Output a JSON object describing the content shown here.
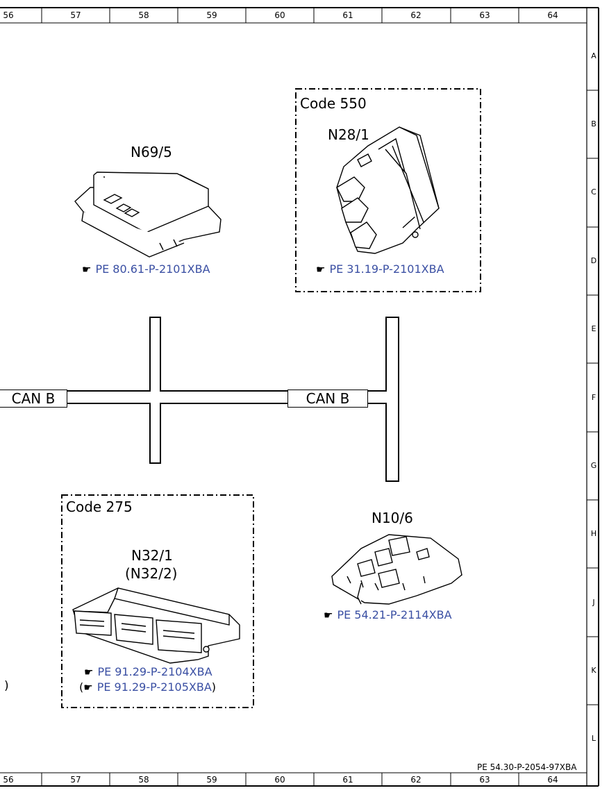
{
  "grid": {
    "columns": [
      "56",
      "57",
      "58",
      "59",
      "60",
      "61",
      "62",
      "63",
      "64"
    ],
    "rows": [
      "A",
      "B",
      "C",
      "D",
      "E",
      "F",
      "G",
      "H",
      "J",
      "K",
      "L"
    ]
  },
  "groups": {
    "code550": {
      "label": "Code 550"
    },
    "code275": {
      "label": "Code 275"
    }
  },
  "components": {
    "n69_5": {
      "label": "N69/5",
      "ref": "PE 80.61-P-2101XBA"
    },
    "n28_1": {
      "label": "N28/1",
      "ref": "PE 31.19-P-2101XBA"
    },
    "n32_1": {
      "label": "N32/1",
      "alt_label": "(N32/2)",
      "ref": "PE 91.29-P-2104XBA",
      "alt_ref": "PE 91.29-P-2105XBA"
    },
    "n10_6": {
      "label": "N10/6",
      "ref": "PE 54.21-P-2114XBA"
    }
  },
  "bus": {
    "left_label": "CAN B",
    "right_label": "CAN B"
  },
  "margin_paren": ")",
  "doc_id": "PE 54.30-P-2054-97XBA",
  "icons": {
    "reference": "pointing-hand-icon"
  }
}
